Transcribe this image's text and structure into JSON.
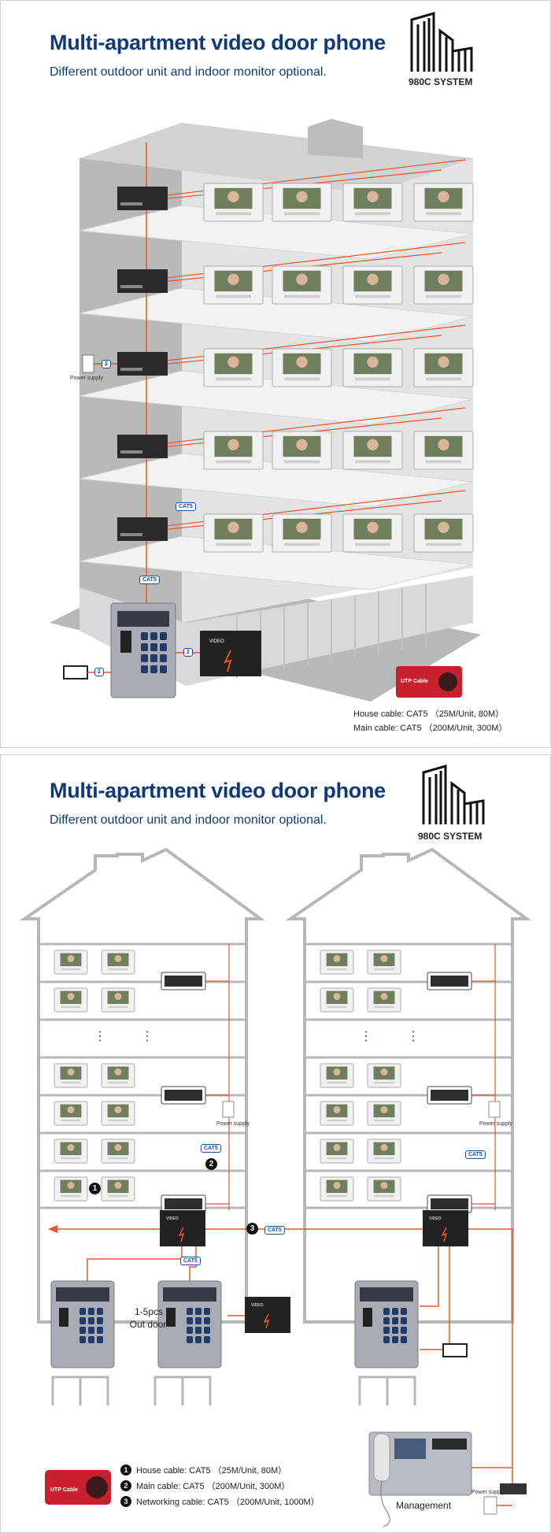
{
  "panel1": {
    "title": "Multi-apartment video door phone",
    "subtitle": "Different outdoor unit and indoor monitor optional.",
    "brand": "980C SYSTEM",
    "power_supply": "Power supply",
    "cat5": "CAT5",
    "utp_label": "UTP Cable",
    "house_cable": "House cable: CAT5 （25M/Unit, 80M）",
    "main_cable": "Main cable: CAT5 （200M/Unit, 300M）",
    "num2": "2"
  },
  "panel2": {
    "title": "Multi-apartment video door phone",
    "subtitle": "Different outdoor unit and indoor monitor optional.",
    "brand": "980C SYSTEM",
    "power_supply": "Power supply",
    "cat5": "CAT5",
    "out_door_count": "1-5pcs",
    "out_door": "Out door",
    "management": "Management",
    "utp_label": "UTP Cable",
    "legend": [
      {
        "num": "1",
        "text": "House cable: CAT5 （25M/Unit, 80M）"
      },
      {
        "num": "2",
        "text": "Main cable: CAT5 （200M/Unit, 300M）"
      },
      {
        "num": "3",
        "text": "Networking cable: CAT5 （200M/Unit, 1000M）"
      }
    ],
    "num1": "1",
    "num2": "2",
    "num3": "3"
  },
  "colors": {
    "title_blue": "#0e3a7c",
    "cable_orange": "#e8562a",
    "tag_blue": "#1a4f99",
    "building_gray": "#c8c8c8"
  }
}
